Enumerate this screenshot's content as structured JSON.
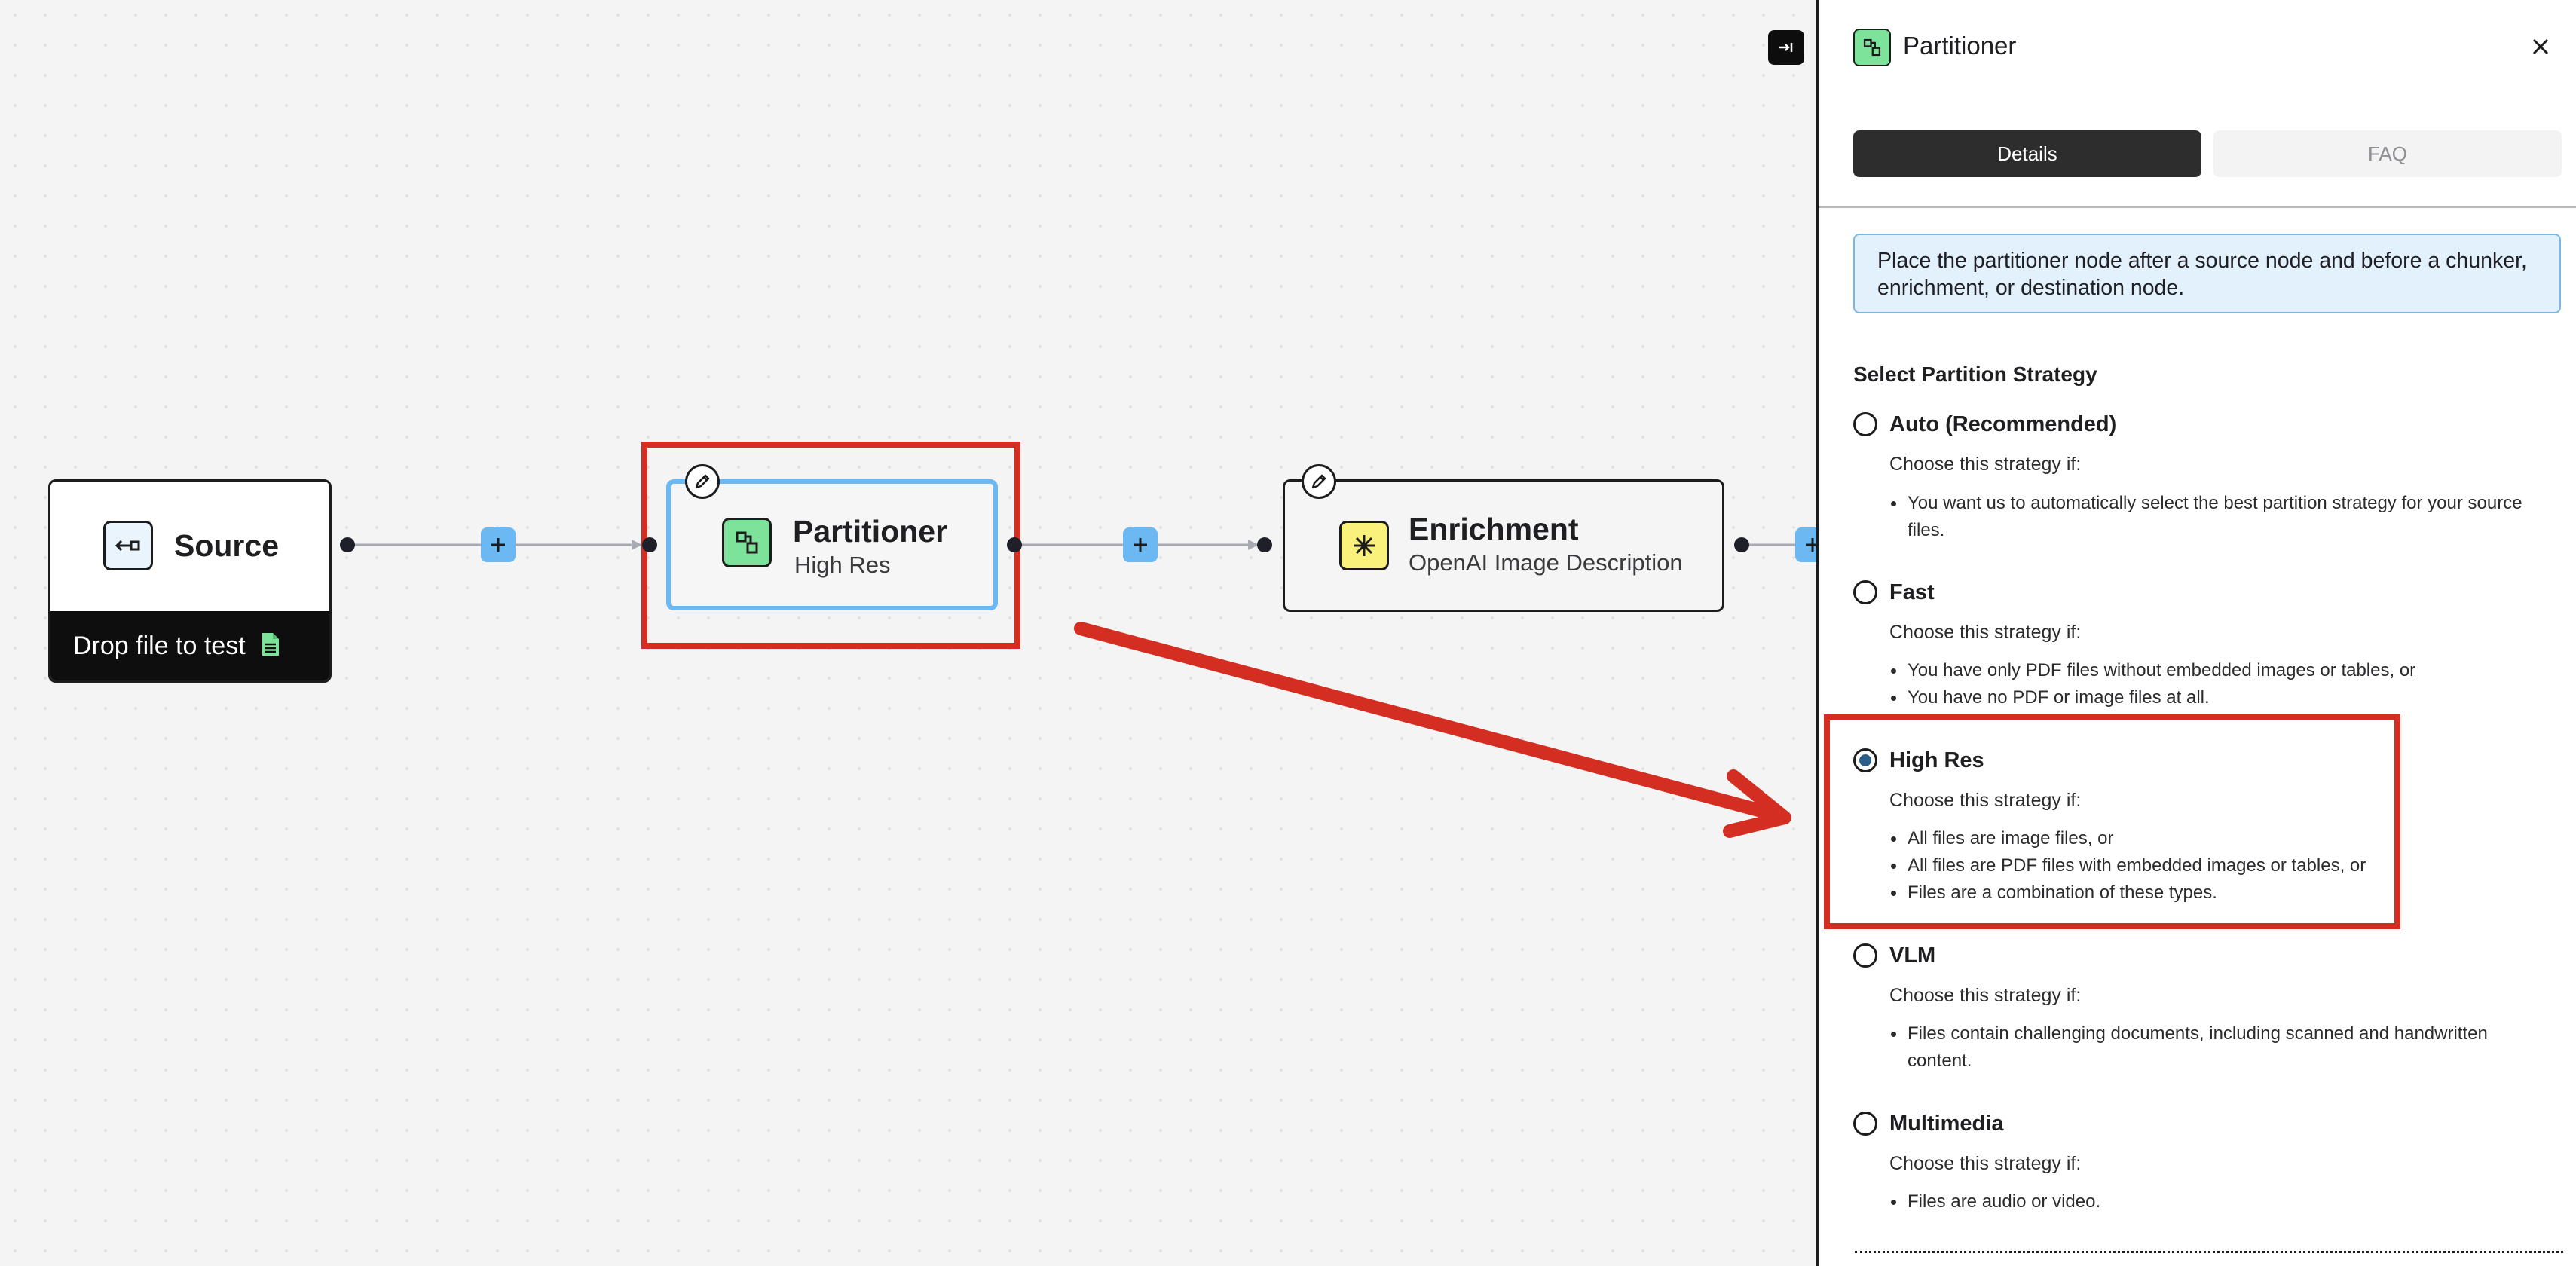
{
  "canvas": {
    "nodes": {
      "source": {
        "title": "Source",
        "drop_label": "Drop file to test",
        "icon": "source-arrow-icon",
        "drop_icon": "file-icon"
      },
      "partitioner": {
        "title": "Partitioner",
        "subtitle": "High Res",
        "icon": "partitioner-icon"
      },
      "enrichment": {
        "title": "Enrichment",
        "subtitle": "OpenAI Image Description",
        "icon": "asterisk-icon"
      }
    }
  },
  "panel": {
    "title": "Partitioner",
    "tabs": [
      {
        "label": "Details",
        "active": true
      },
      {
        "label": "FAQ",
        "active": false
      }
    ],
    "info": "Place the partitioner node after a source node and before a chunker, enrichment, or destination node.",
    "section_title": "Select Partition Strategy",
    "options": [
      {
        "label": "Auto (Recommended)",
        "desc": "Choose this strategy if:",
        "bullets": [
          "You want us to automatically select the best partition strategy for your source files."
        ],
        "checked": false
      },
      {
        "label": "Fast",
        "desc": "Choose this strategy if:",
        "bullets": [
          "You have only PDF files without embedded images or tables, or",
          "You have no PDF or image files at all."
        ],
        "checked": false
      },
      {
        "label": "High Res",
        "desc": "Choose this strategy if:",
        "bullets": [
          "All files are image files, or",
          "All files are PDF files with embedded images or tables, or",
          "Files are a combination of these types."
        ],
        "checked": true
      },
      {
        "label": "VLM",
        "desc": "Choose this strategy if:",
        "bullets": [
          "Files contain challenging documents, including scanned and handwritten content."
        ],
        "checked": false
      },
      {
        "label": "Multimedia",
        "desc": "Choose this strategy if:",
        "bullets": [
          "Files are audio or video."
        ],
        "checked": false
      }
    ]
  },
  "colors": {
    "accent_blue": "#6cb8f2",
    "annotation_red": "#d42e22",
    "partitioner_green": "#7ee39a",
    "enrichment_yellow": "#f9f17c",
    "info_bg": "#e2f1fc"
  }
}
